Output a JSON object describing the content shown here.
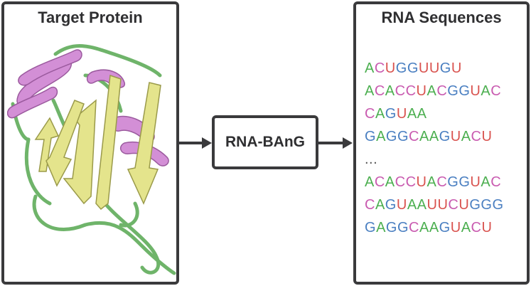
{
  "left_panel": {
    "title": "Target Protein"
  },
  "model": {
    "label": "RNA-BAnG"
  },
  "right_panel": {
    "title": "RNA Sequences",
    "sequences": [
      "ACUGGUUGU",
      "ACACCUACGGUAC",
      "CAGUAA",
      "GAGGCAAGUACU",
      "...",
      "ACACCUACGGUAC",
      "CAGUAAUUCUGGG",
      "GAGGCAAGUACU"
    ]
  },
  "colors": {
    "A": "#4caf50",
    "C": "#c95bb0",
    "G": "#4a7fc1",
    "U": "#d9534f",
    "helix": "#d38fd6",
    "sheet": "#e4e48c",
    "loop": "#7cc47a",
    "border": "#3a3a3c"
  }
}
